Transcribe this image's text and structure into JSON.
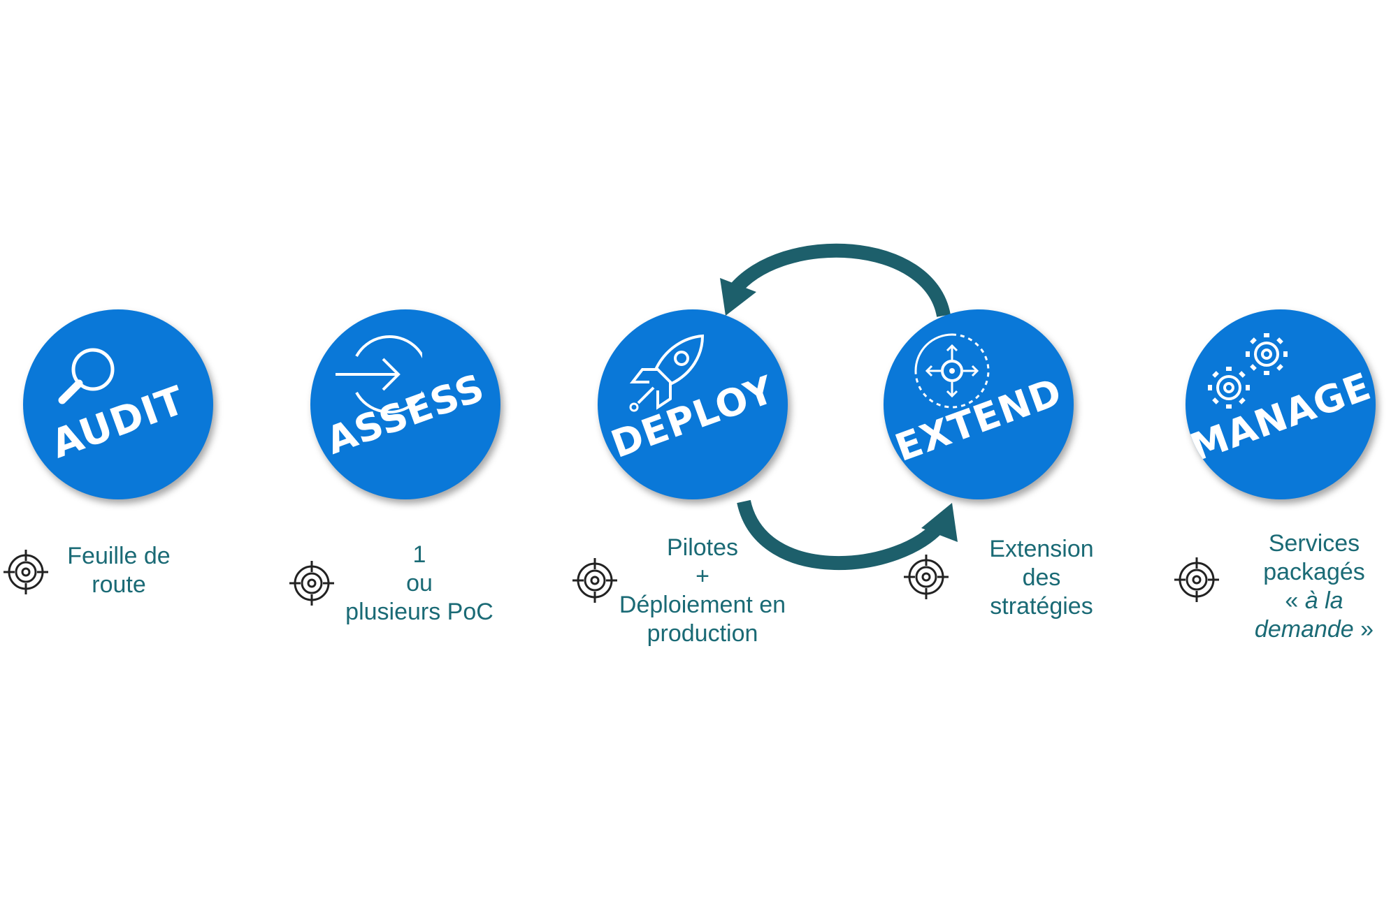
{
  "colors": {
    "circle": "#0a78d8",
    "arrow": "#1d5f6b",
    "text": "#1a6a75",
    "icon": "#222222"
  },
  "steps": [
    {
      "label": "AUDIT",
      "icon": "magnifier-icon",
      "description": {
        "lines": [
          "Feuille de",
          "route"
        ]
      }
    },
    {
      "label": "ASSESS",
      "icon": "arrow-circle-icon",
      "description": {
        "lines": [
          "1",
          "ou",
          "plusieurs PoC"
        ]
      }
    },
    {
      "label": "DEPLOY",
      "icon": "rocket-icon",
      "description": {
        "lines": [
          "Pilotes",
          "+",
          "Déploiement en",
          "production"
        ]
      }
    },
    {
      "label": "EXTEND",
      "icon": "expand-target-icon",
      "description": {
        "lines": [
          "Extension",
          "des",
          "stratégies"
        ]
      }
    },
    {
      "label": "MANAGE",
      "icon": "gears-icon",
      "description": {
        "lines": [
          "Services",
          "packagés"
        ],
        "italic_line": {
          "open": "« ",
          "italic": "à la",
          "after": ""
        },
        "italic_line2": {
          "italic": "demande",
          "close": " »"
        }
      }
    }
  ],
  "cycle": {
    "from": "EXTEND",
    "to": "DEPLOY",
    "icon": "cycle-arrows-icon"
  },
  "target_icon": "target-icon"
}
